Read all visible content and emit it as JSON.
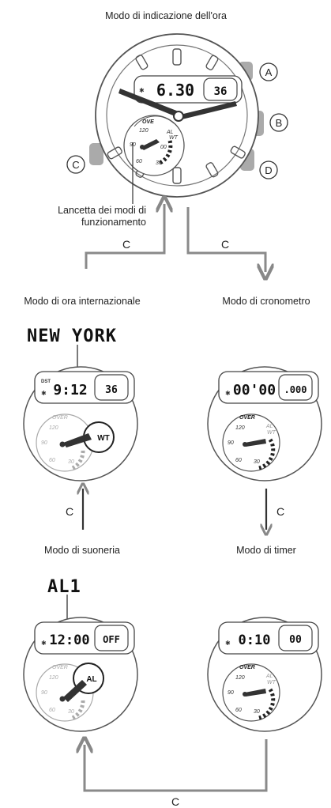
{
  "title_timekeeping": "Modo di indicazione dell'ora",
  "buttons": {
    "a": "A",
    "b": "B",
    "c": "C",
    "d": "D"
  },
  "hand_label_line1": "Lancetta dei modi di",
  "hand_label_line2": "funzionamento",
  "arrow_c": "C",
  "modes": {
    "world_time": "Modo di ora internazionale",
    "stopwatch": "Modo di cronometro",
    "alarm": "Modo di suoneria",
    "timer": "Modo di timer"
  },
  "displays": {
    "main": {
      "left": "6.30",
      "right": "36"
    },
    "world_time": {
      "city": "NEW YORK",
      "dst": "DST",
      "left": "9:12",
      "right": "36",
      "badge": "WT"
    },
    "stopwatch": {
      "left": "00'00",
      "right": ".000"
    },
    "alarm": {
      "name": "AL1",
      "left": "12:00",
      "right": "OFF",
      "badge": "AL"
    },
    "timer": {
      "left": "0:10",
      "right": "00"
    }
  },
  "subdial": {
    "over": "OVER",
    "over_cut": "OVE",
    "n120": "120",
    "n90": "90",
    "n60": "60",
    "n30": "30",
    "n00": "00",
    "al": "AL",
    "wt": "WT"
  },
  "colors": {
    "grey": "#9a9a9a",
    "dark": "#222222"
  }
}
